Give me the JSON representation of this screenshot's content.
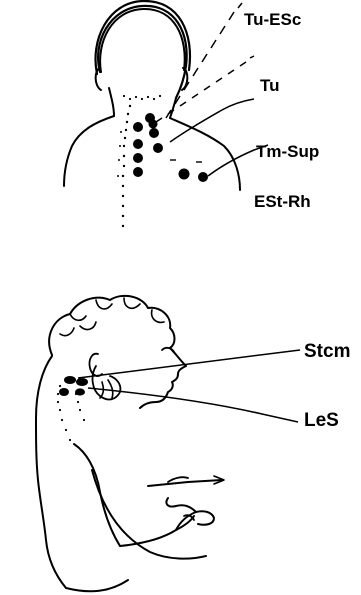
{
  "top_figure": {
    "labels": [
      "Tu-ESc",
      "Tu",
      "Tm-Sup",
      "ESt-Rh"
    ]
  },
  "bottom_figure": {
    "labels": [
      "Stcm",
      "LeS"
    ]
  },
  "colors": {
    "ink": "#000000",
    "background": "#ffffff"
  }
}
